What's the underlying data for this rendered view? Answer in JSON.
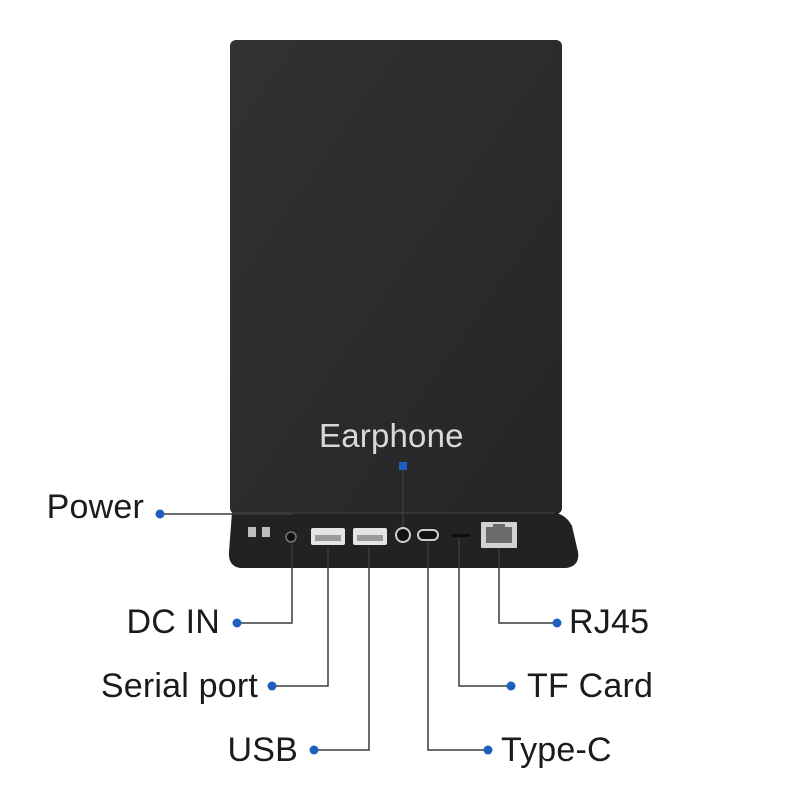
{
  "colors": {
    "device_body": "#2b2b2d",
    "device_base": "#222224",
    "leader_line": "#3a3a3a",
    "dot": "#1f5fbf",
    "label_dark": "#1b1b1b",
    "label_light": "#d9d9d9"
  },
  "labels": {
    "earphone": "Earphone",
    "power": "Power",
    "dc_in": "DC IN",
    "serial_port": "Serial port",
    "usb": "USB",
    "rj45": "RJ45",
    "tf_card": "TF Card",
    "type_c": "Type-C"
  },
  "icons": {
    "ethernet": "rj45-port-icon",
    "usb": "usb-port-icon"
  }
}
